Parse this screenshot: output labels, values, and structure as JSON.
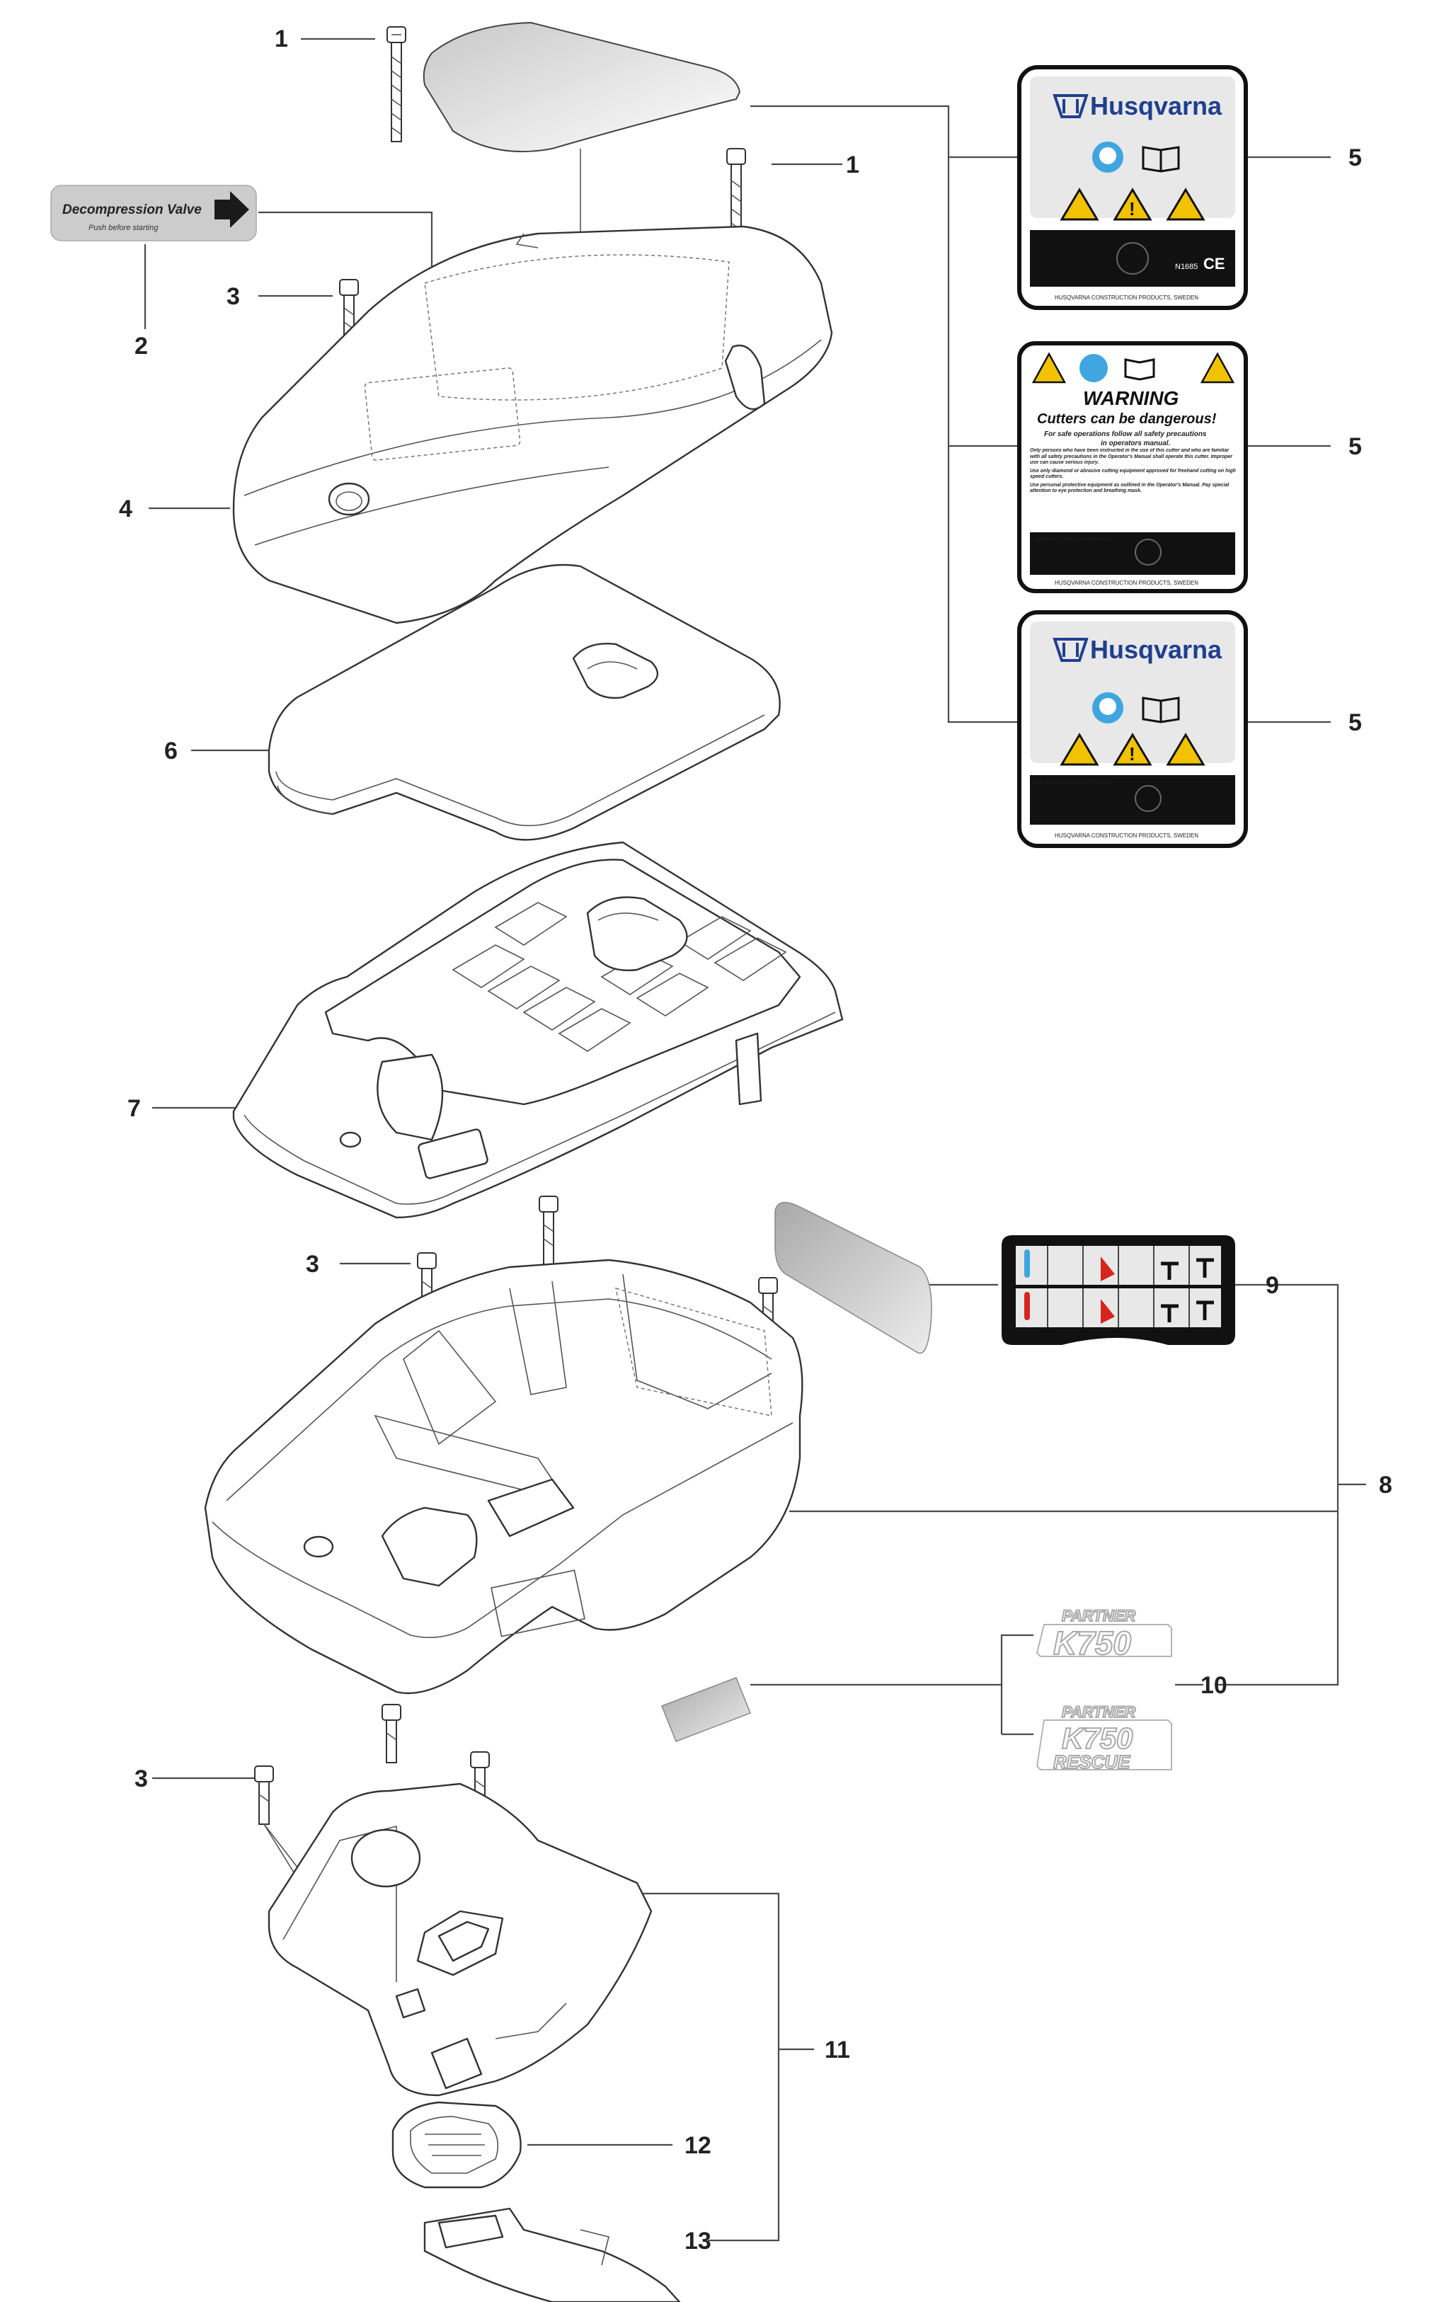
{
  "callouts": {
    "c1a": "1",
    "c1b": "1",
    "c2": "2",
    "c3a": "3",
    "c3b": "3",
    "c3c": "3",
    "c4": "4",
    "c5a": "5",
    "c5b": "5",
    "c5c": "5",
    "c6": "6",
    "c7": "7",
    "c8": "8",
    "c9": "9",
    "c10": "10",
    "c11": "11",
    "c12": "12",
    "c13": "13"
  },
  "decal_valve": {
    "title": "Decompression Valve",
    "subtitle": "Push before starting"
  },
  "label_brand": {
    "name": "Husqvarna",
    "footer": "HUSQVARNA CONSTRUCTION PRODUCTS, SWEDEN",
    "cert": "N1685"
  },
  "label_warning": {
    "title": "WARNING",
    "subtitle": "Cutters can be dangerous!",
    "line1": "For safe operations follow all safety precautions",
    "line2": "in operators manual.",
    "bullet1": "Only persons who have been instructed in the use of this cutter and who are familiar with all safety precautions in the Operator's Manual shall operate this cutter. Improper use can cause serious injury.",
    "bullet2": "Use only diamond or abrasive cutting equipment approved for freehand cutting on high speed cutters.",
    "bullet3": "Use personal protective equipment as outlined in the Operator's Manual. Pay special attention to eye protection and breathing mask.",
    "engine_info": "IMPORTANT ENGINE INFORMATION",
    "footer": "HUSQVARNA CONSTRUCTION PRODUCTS, SWEDEN"
  },
  "label_engine": {
    "footer": "HUSQVARNA CONSTRUCTION PRODUCTS, SWEDEN",
    "engine_info": "IMPORTANT ENGINE INFORMATION"
  },
  "model_decals": {
    "a_line1": "PARTNER",
    "a_line2": "K750",
    "b_line1": "PARTNER",
    "b_line2": "K750",
    "b_line3": "RESCUE"
  },
  "colors": {
    "brand_blue": "#1f3f8f",
    "warning_yellow": "#f2c200",
    "decal_grey": "#cfcfcf"
  }
}
